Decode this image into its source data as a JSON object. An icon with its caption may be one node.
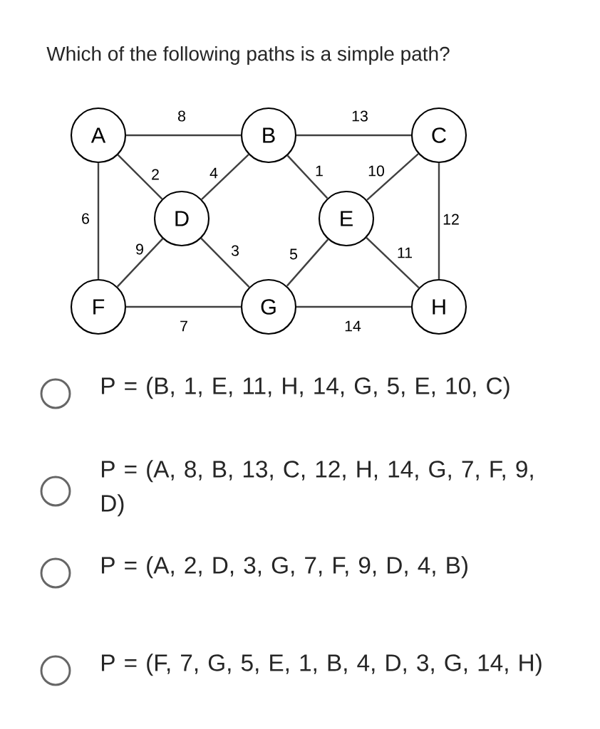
{
  "diagram": {
    "title": "Which of the following paths is a simple path?",
    "nodes": [
      {
        "text": [
          "A"
        ]
      },
      {
        "text": [
          "B"
        ]
      },
      {
        "text": [
          "C"
        ]
      },
      {
        "text": [
          "D"
        ]
      },
      {
        "text": [
          "E"
        ]
      },
      {
        "text": [
          "F"
        ]
      },
      {
        "text": [
          "G"
        ]
      },
      {
        "text": [
          "H"
        ]
      }
    ],
    "edges": [
      {
        "from": 0,
        "to": 1,
        "arrow": "none",
        "label": "8"
      },
      {
        "from": 1,
        "to": 2,
        "arrow": "none",
        "label": "13"
      },
      {
        "from": 0,
        "to": 3,
        "arrow": "none",
        "label": "2"
      },
      {
        "from": 3,
        "to": 1,
        "arrow": "none",
        "label": "4"
      },
      {
        "from": 1,
        "to": 4,
        "arrow": "none",
        "label": "1"
      },
      {
        "from": 4,
        "to": 2,
        "arrow": "none",
        "label": "10"
      },
      {
        "from": 0,
        "to": 5,
        "arrow": "none",
        "label": "6"
      },
      {
        "from": 2,
        "to": 7,
        "arrow": "none",
        "label": "12"
      },
      {
        "from": 3,
        "to": 5,
        "arrow": "none",
        "label": "9"
      },
      {
        "from": 3,
        "to": 6,
        "arrow": "none",
        "label": "3"
      },
      {
        "from": 6,
        "to": 4,
        "arrow": "none",
        "label": "5"
      },
      {
        "from": 4,
        "to": 7,
        "arrow": "none",
        "label": "11"
      },
      {
        "from": 5,
        "to": 6,
        "arrow": "none",
        "label": "7"
      },
      {
        "from": 6,
        "to": 7,
        "arrow": "none",
        "label": "14"
      }
    ],
    "labels": [
      "P = (B, 1, E, 11, H, 14, G, 5, E, 10, C)",
      "P = (A, 8, B, 13, C, 12, H, 14, G, 7, F, 9, D)",
      "P = (A, 2, D, 3, G, 7, F, 9, D, 4, B)",
      "P = (F, 7, G, 5, E, 1, B, 4, D, 3, G, 14, H)"
    ]
  }
}
